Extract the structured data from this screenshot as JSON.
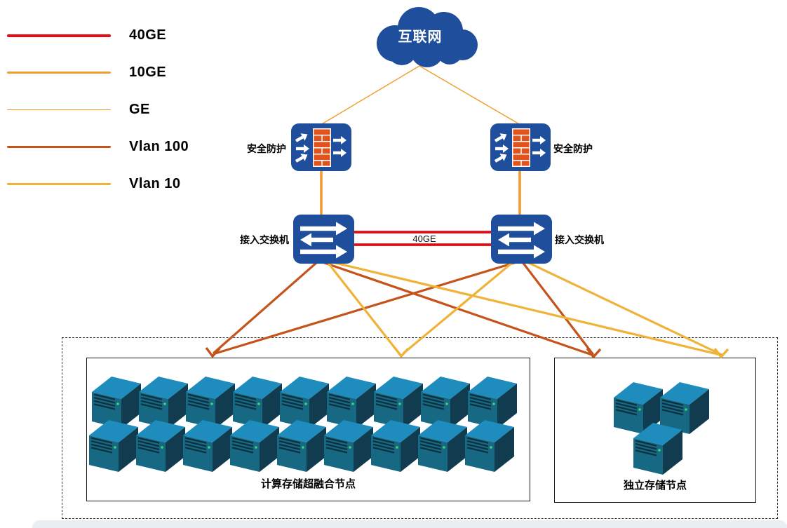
{
  "legend": {
    "items": [
      {
        "label": "40GE",
        "color": "#e50b11",
        "thickness": 4
      },
      {
        "label": "10GE",
        "color": "#f09c2e",
        "thickness": 3.5
      },
      {
        "label": "GE",
        "color": "#f09c2e",
        "thickness": 1.2
      },
      {
        "label": "Vlan 100",
        "color": "#c4541b",
        "thickness": 3.5
      },
      {
        "label": "Vlan 10",
        "color": "#eeb338",
        "thickness": 3.5
      }
    ]
  },
  "cloud": {
    "label": "互联网"
  },
  "firewall_left": {
    "label": "安全防护"
  },
  "firewall_right": {
    "label": "安全防护"
  },
  "switch_left": {
    "label": "接入交换机"
  },
  "switch_right": {
    "label": "接入交换机"
  },
  "link_40ge": {
    "label": "40GE"
  },
  "groups": {
    "hyperconverged": {
      "label": "计算存储超融合节点",
      "server_count": 18
    },
    "independent_storage": {
      "label": "独立存储节点",
      "server_count": 3
    }
  },
  "colors": {
    "device_blue": "#1f4f9c",
    "link_40ge": "#e50b11",
    "link_10ge": "#f09c2e",
    "link_ge": "#f09c2e",
    "vlan100": "#c4541b",
    "vlan10": "#eeb338",
    "brick_orange": "#e2521c",
    "server_top": "#1e8cbc",
    "server_front": "#176882",
    "server_side": "#113b4e",
    "server_led": "#3fd46f"
  }
}
